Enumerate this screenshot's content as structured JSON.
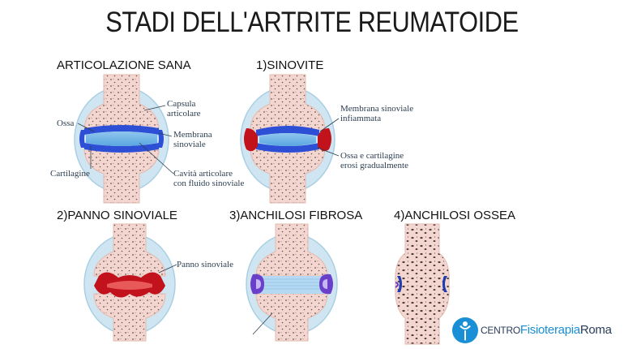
{
  "title": "STADI DELL'ARTRITE REUMATOIDE",
  "stages": {
    "healthy": {
      "title": "ARTICOLAZIONE SANA",
      "labels": {
        "ossa": "Ossa",
        "capsula": "Capsula\narticolare",
        "membrana": "Membrana\nsinoviale",
        "cartilagine": "Cartilagine",
        "cavita": "Cavità articolare\ncon fluido sinoviale"
      }
    },
    "synovitis": {
      "title": "1)SINOVITE",
      "labels": {
        "membrana_inf": "Membrana sinoviale\ninfiammata",
        "ossa_erose": "Ossa e cartilagine\nerosi gradualmente"
      }
    },
    "pannus": {
      "title": "2)PANNO SINOVIALE",
      "labels": {
        "panno": "Panno sinoviale"
      }
    },
    "fibrous": {
      "title": "3)ANCHILOSI FIBROSA"
    },
    "bony": {
      "title": "4)ANCHILOSI OSSEA"
    }
  },
  "logo": {
    "part1": "CENTRO",
    "part2": "Fisioterapia",
    "part3": "Roma"
  },
  "colors": {
    "bone": "#f3d6cf",
    "capsule": "#cfe6f2",
    "cartilage_blue": "#2d4fd6",
    "inflamed": "#c2121c",
    "fibrous_purple": "#6a3fc9",
    "brand_blue": "#1a8fd6"
  }
}
